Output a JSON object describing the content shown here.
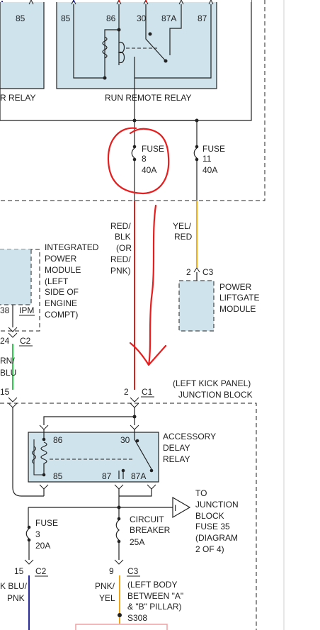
{
  "top_relays": {
    "left_relay": {
      "label": "R RELAY",
      "pin_85": "85"
    },
    "run_remote_relay": {
      "label": "RUN REMOTE RELAY",
      "pins": [
        "85",
        "86",
        "30",
        "87A",
        "87"
      ]
    }
  },
  "fuses_top": [
    {
      "word": "FUSE",
      "number": "8",
      "rating": "40A"
    },
    {
      "word": "FUSE",
      "number": "11",
      "rating": "40A"
    }
  ],
  "wires": {
    "red_blk": [
      "RED/",
      "BLK",
      "(OR",
      "RED/",
      "PNK)"
    ],
    "yel_red": [
      "YEL/",
      "RED"
    ],
    "grn_blu": [
      "RN/",
      "BLU"
    ],
    "blu_pnk": [
      "K BLU/",
      "PNK"
    ],
    "pnk_yel": [
      "PNK/",
      "YEL"
    ]
  },
  "ipm": {
    "desc": [
      "INTEGRATED",
      "POWER",
      "MODULE",
      "(LEFT",
      "SIDE OF",
      "ENGINE",
      "COMPT)"
    ],
    "pin": "38",
    "tag": "IPM"
  },
  "connectors": {
    "ipm_c2": {
      "pin": "24",
      "conn": "C2"
    },
    "liftgate_c3": {
      "pin": "2",
      "conn": "C3"
    },
    "jb_c1": {
      "pin": "2",
      "conn": "C1"
    },
    "jb_left": {
      "pin": "15"
    },
    "jb_c2_bottom": {
      "pin": "15",
      "conn": "C2"
    },
    "jb_c3_bottom": {
      "pin": "9",
      "conn": "C3"
    }
  },
  "liftgate_module": [
    "POWER",
    "LIFTGATE",
    "MODULE"
  ],
  "junction_block": [
    "(LEFT KICK PANEL)",
    "JUNCTION BLOCK"
  ],
  "accessory_relay": {
    "label": [
      "ACCESSORY",
      "DELAY",
      "RELAY"
    ],
    "pins": {
      "p86": "86",
      "p30": "30",
      "p85": "85",
      "p87": "87",
      "p87a": "87A"
    }
  },
  "fuse_3": {
    "word": "FUSE",
    "number": "3",
    "rating": "20A"
  },
  "circuit_breaker": [
    "CIRCUIT",
    "BREAKER",
    "25A"
  ],
  "to_junction": [
    "TO",
    "JUNCTION",
    "BLOCK",
    "FUSE 35",
    "(DIAGRAM",
    "2 OF 4)"
  ],
  "to_junction_flag": "I",
  "body_location": [
    "(LEFT BODY",
    "BETWEEN \"A\"",
    "& \"B\" PILLAR)"
  ],
  "splice": "S308",
  "colors": {
    "red_wire": "#e0201b",
    "yellow_wire": "#f0a81a",
    "green_wire": "#2ec84a",
    "blue_wire": "#2a2a9a",
    "orange_wire": "#f0a81a",
    "box_fill": "#cfe3ec",
    "annotation": "#e81d1d"
  }
}
